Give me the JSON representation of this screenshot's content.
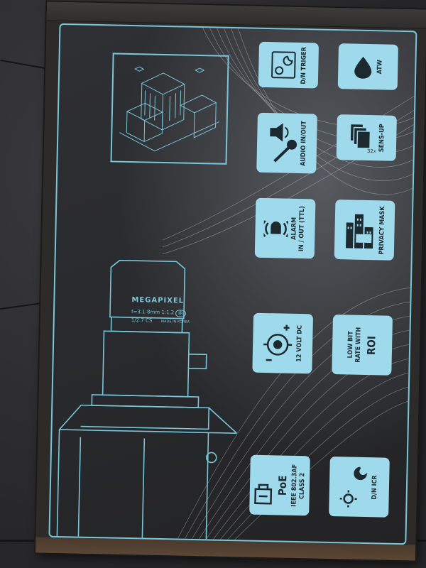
{
  "features": {
    "dn_trigger": "D/N TRIGER",
    "atw": "ATW",
    "audio": "AUDIO IN/OUT",
    "sens_up": "SENS-UP",
    "sens_badge": "32x",
    "alarm": "ALARM\nIN / OUT (TTL)",
    "privacy": "PRIVACY MASK",
    "volt": "12 VOLT DC",
    "roi_top": "LOW BIT\nRATE WITH",
    "roi_big": "ROI",
    "poe_title": "PoE",
    "poe_sub": "IEEE 802.3AF\nCLASS 2",
    "dn_icr": "D/N ICR"
  },
  "lens": {
    "brand": "MEGAPIXEL",
    "focal": "f=3.1-8mm  1:1.2",
    "format": "1/2.7  CS",
    "ir": "IR",
    "made": "MADE IN KOREA"
  },
  "colors": {
    "accent": "#79c6da",
    "label_bg": "#9fd9ec",
    "box": "#2c2b2a"
  }
}
